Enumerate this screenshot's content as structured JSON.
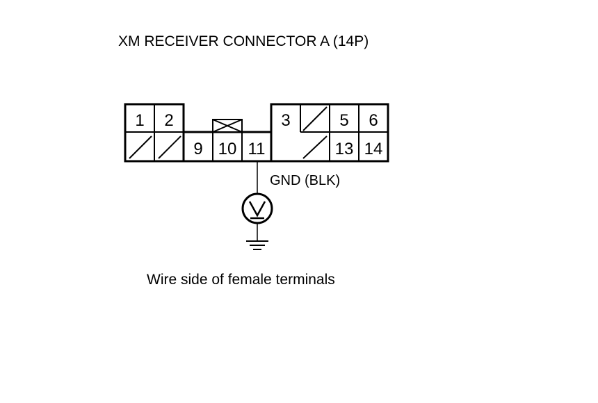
{
  "title": "XM RECEIVER CONNECTOR A (14P)",
  "connector": {
    "pins_top": [
      "1",
      "2",
      "3",
      "5",
      "6"
    ],
    "pins_bottom": [
      "9",
      "10",
      "11",
      "13",
      "14"
    ]
  },
  "wire_label": "GND (BLK)",
  "caption": "Wire side of female terminals",
  "voltmeter_symbol": "V",
  "icons": {
    "voltmeter": "voltmeter-icon",
    "ground": "ground-icon"
  }
}
